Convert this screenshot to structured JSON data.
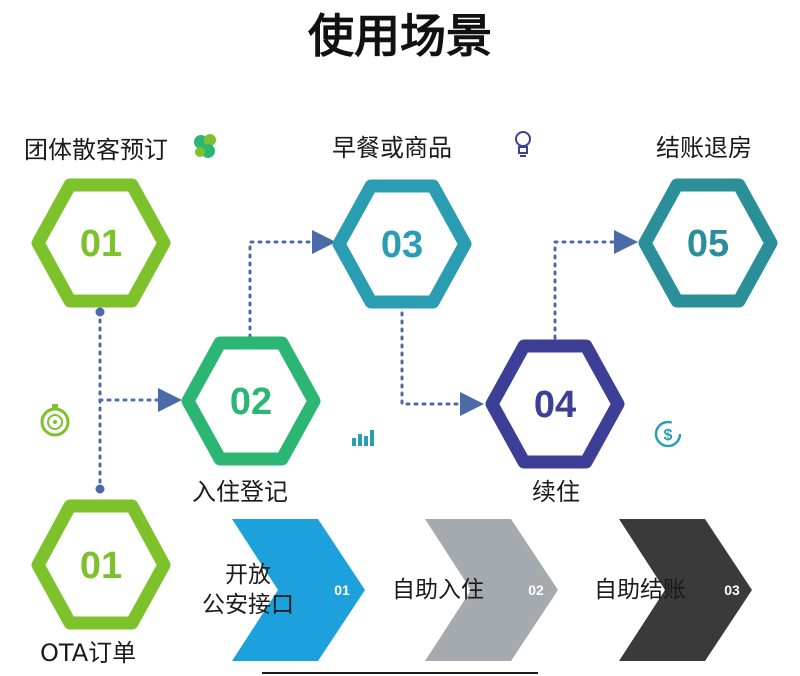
{
  "title": "使用场景",
  "steps": {
    "s01a": {
      "number": "01",
      "label": "团体散客预订",
      "color": "#7dc22b"
    },
    "s01b": {
      "number": "01",
      "label": "OTA订单",
      "color": "#7dc22b"
    },
    "s02": {
      "number": "02",
      "label": "入住登记",
      "color": "#2bb673"
    },
    "s03": {
      "number": "03",
      "label": "早餐或商品",
      "color": "#2a9db2"
    },
    "s04": {
      "number": "04",
      "label": "续住",
      "color": "#3d3f96"
    },
    "s05": {
      "number": "05",
      "label": "结账退房",
      "color": "#2a8f99"
    }
  },
  "features": [
    {
      "line1": "开放",
      "line2": "公安接口",
      "tag": "01",
      "color": "#1da1dc"
    },
    {
      "line1": "自助入住",
      "line2": "",
      "tag": "02",
      "color": "#a5aaae"
    },
    {
      "line1": "自助结账",
      "line2": "",
      "tag": "03",
      "color": "#3a3a3a"
    }
  ],
  "icons": [
    "leaf-icon",
    "lightbulb-icon",
    "stopwatch-icon",
    "bar-chart-icon",
    "dollar-refresh-icon"
  ],
  "colors": {
    "connector": "#4a6aa8"
  }
}
